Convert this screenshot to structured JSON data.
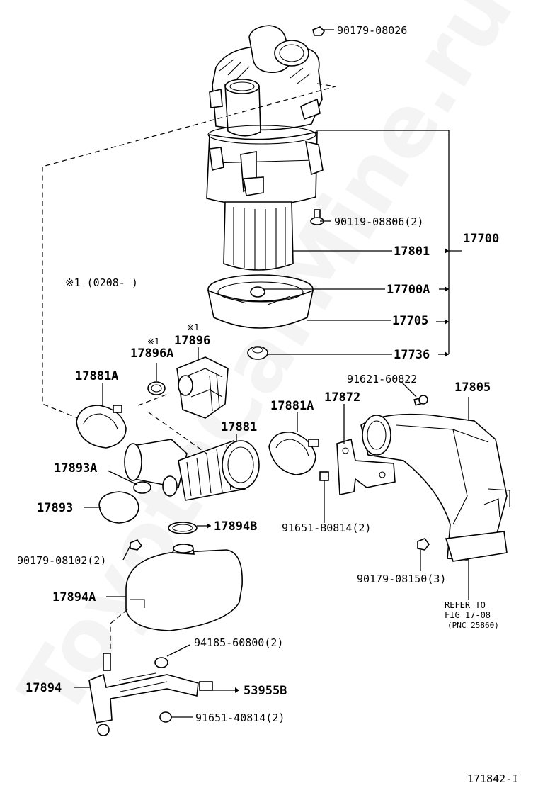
{
  "watermark": "ToyotaCarMine.ru",
  "figure_id": "171842-I",
  "note": "※1 (0208-        )",
  "marks": {
    "m1": "※1",
    "m2": "※1"
  },
  "labels": {
    "p90179_08026": "90179-08026",
    "p90119_08806": "90119-08806(2)",
    "p17700": "17700",
    "p17801": "17801",
    "p17700A": "17700A",
    "p17705": "17705",
    "p17736": "17736",
    "p17896": "17896",
    "p17896A": "17896A",
    "p17881A_left": "17881A",
    "p91621_60822": "91621-60822",
    "p17805": "17805",
    "p17872": "17872",
    "p17881A_right": "17881A",
    "p17881": "17881",
    "p17893A": "17893A",
    "p17893": "17893",
    "p17894B": "17894B",
    "p91651_B0814": "91651-B0814(2)",
    "p90179_08102": "90179-08102(2)",
    "p90179_08150": "90179-08150(3)",
    "p17894A": "17894A",
    "refer_line1": "REFER TO",
    "refer_line2": "FIG 17-08",
    "refer_line3": "(PNC 25860)",
    "p94185_60800": "94185-60800(2)",
    "p17894": "17894",
    "p53955B": "53955B",
    "p91651_40814": "91651-40814(2)"
  }
}
